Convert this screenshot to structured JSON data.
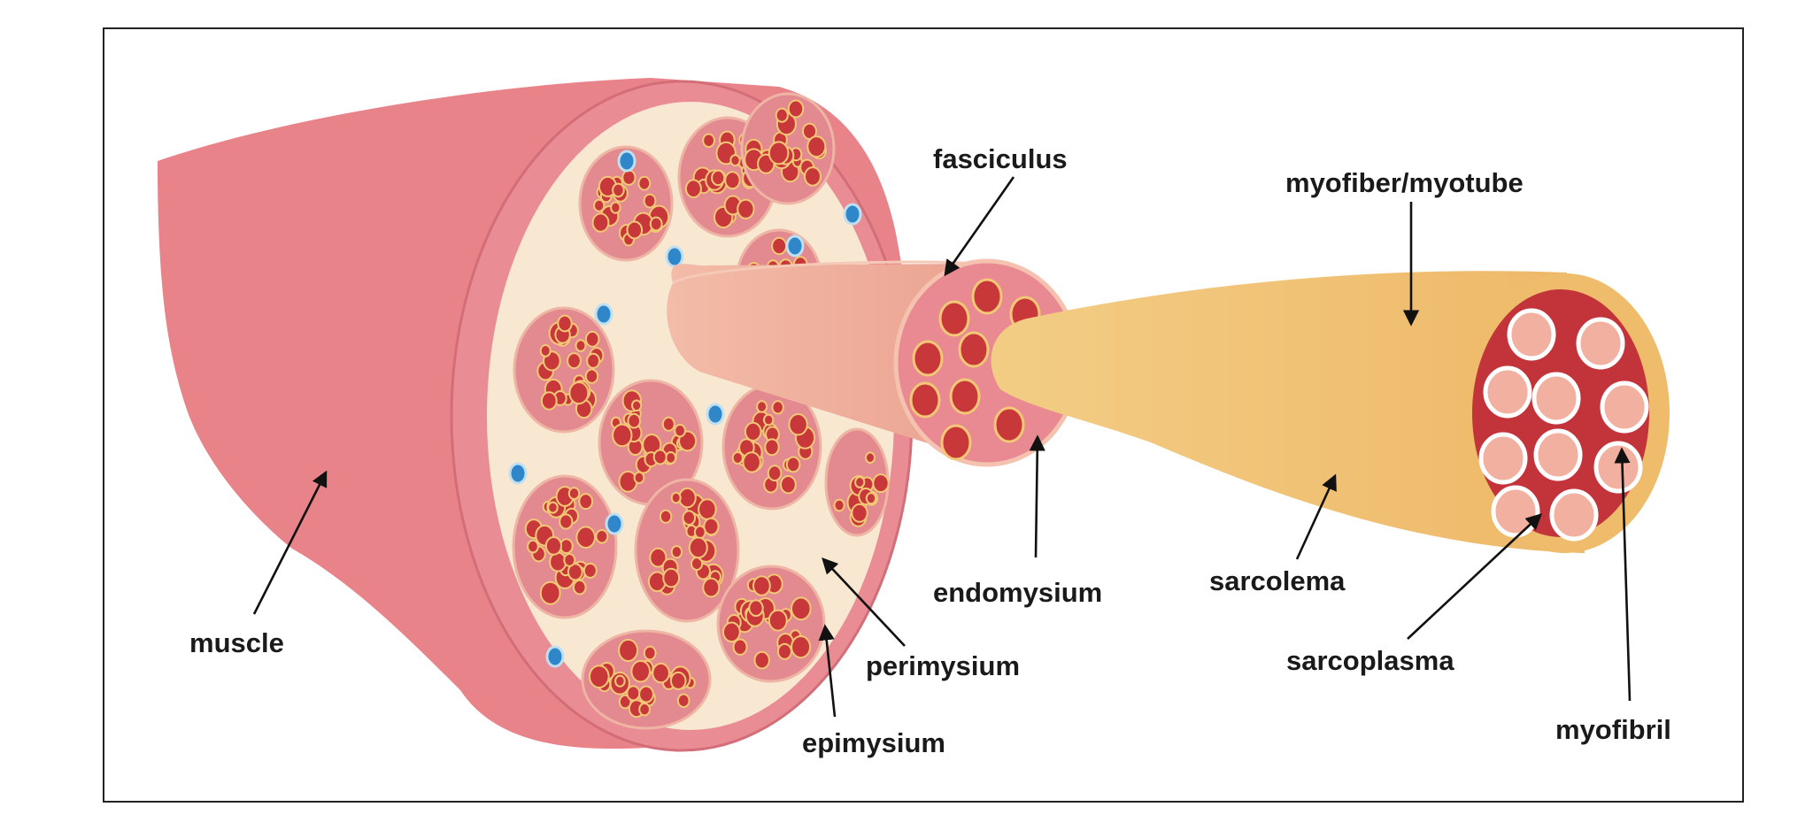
{
  "labels": {
    "muscle": "muscle",
    "fasciculus": "fasciculus",
    "endomysium": "endomysium",
    "perimysium": "perimysium",
    "epimysium": "epimysium",
    "myofiber": "myofiber/myotube",
    "sarcolema": "sarcolema",
    "sarcoplasma": "sarcoplasma",
    "myofibril": "myofibril"
  },
  "colors": {
    "muscle": "#e8838a",
    "muscle_edge": "#d9707a",
    "connective": "#f8e8d2",
    "fascicle": "#e28a90",
    "fiber_dot": "#c8383a",
    "fiber_rim": "#f2c877",
    "blue_cell": "#2f86c8",
    "fasciculus_tube": "#efb29e",
    "myofiber_tube": "#f0c277",
    "myofiber_face": "#c3333a",
    "myofibril": "#f2b0a0"
  }
}
